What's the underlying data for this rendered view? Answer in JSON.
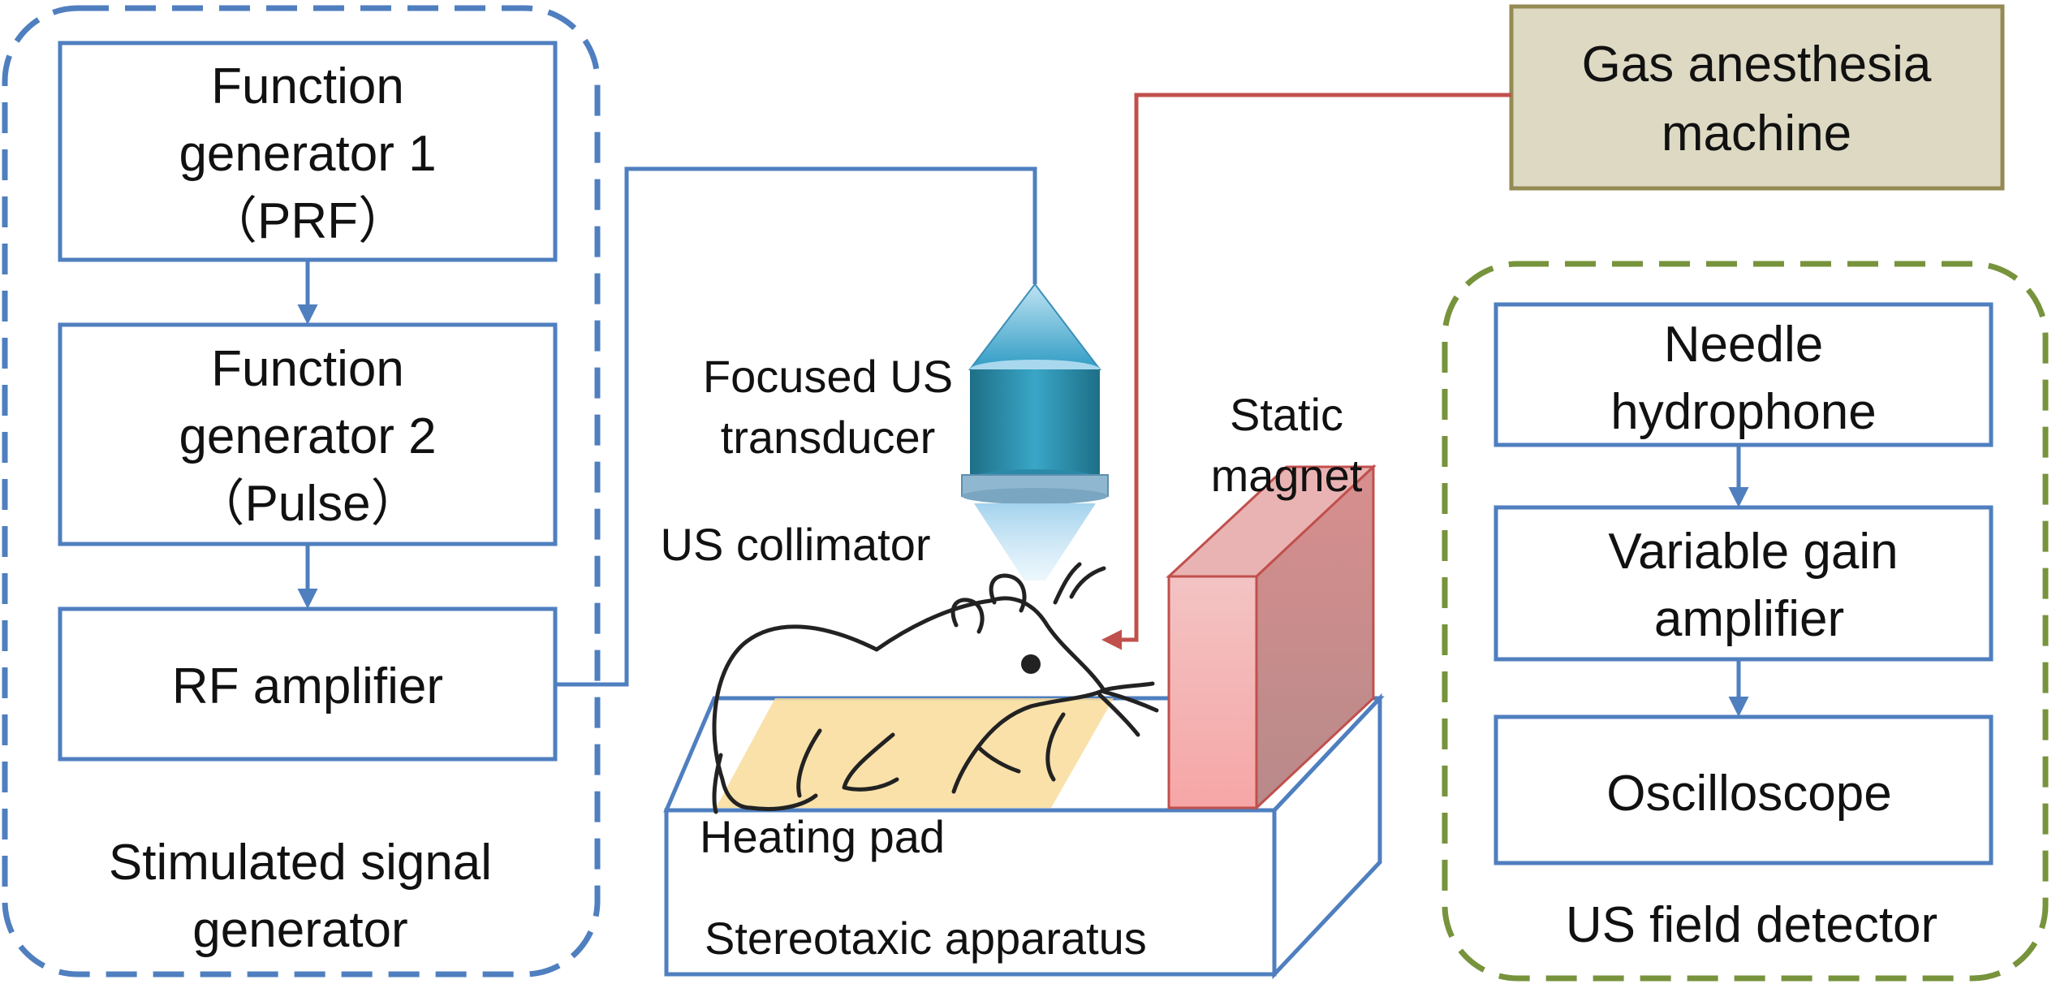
{
  "signal_generator": {
    "group_label_line1": "Stimulated signal",
    "group_label_line2": "generator",
    "fg1": {
      "line1": "Function",
      "line2": "generator 1",
      "line3": "（PRF）"
    },
    "fg2": {
      "line1": "Function",
      "line2": "generator 2",
      "line3": "（Pulse）"
    },
    "rf_amp": "RF amplifier"
  },
  "setup": {
    "transducer_line1": "Focused US",
    "transducer_line2": "transducer",
    "collimator": "US collimator",
    "magnet_line1": "Static",
    "magnet_line2": "magnet",
    "heating_pad": "Heating pad",
    "stereotaxic": "Stereotaxic apparatus"
  },
  "anesthesia": {
    "line1": "Gas anesthesia",
    "line2": "machine"
  },
  "field_detector": {
    "group_label": "US field detector",
    "hydrophone": {
      "line1": "Needle",
      "line2": "hydrophone"
    },
    "vga": {
      "line1": "Variable gain",
      "line2": "amplifier"
    },
    "scope": "Oscilloscope"
  },
  "colors": {
    "box_border": "#4f7fbf",
    "group_blue": "#4f7fbf",
    "group_green": "#77933c",
    "anesthesia_fill": "#ddd9c3",
    "anesthesia_border": "#948a54",
    "gas_line": "#c0504d",
    "magnet": "#e6a0a0",
    "heating_pad": "#f8dc9a",
    "transducer": "#31849b"
  }
}
